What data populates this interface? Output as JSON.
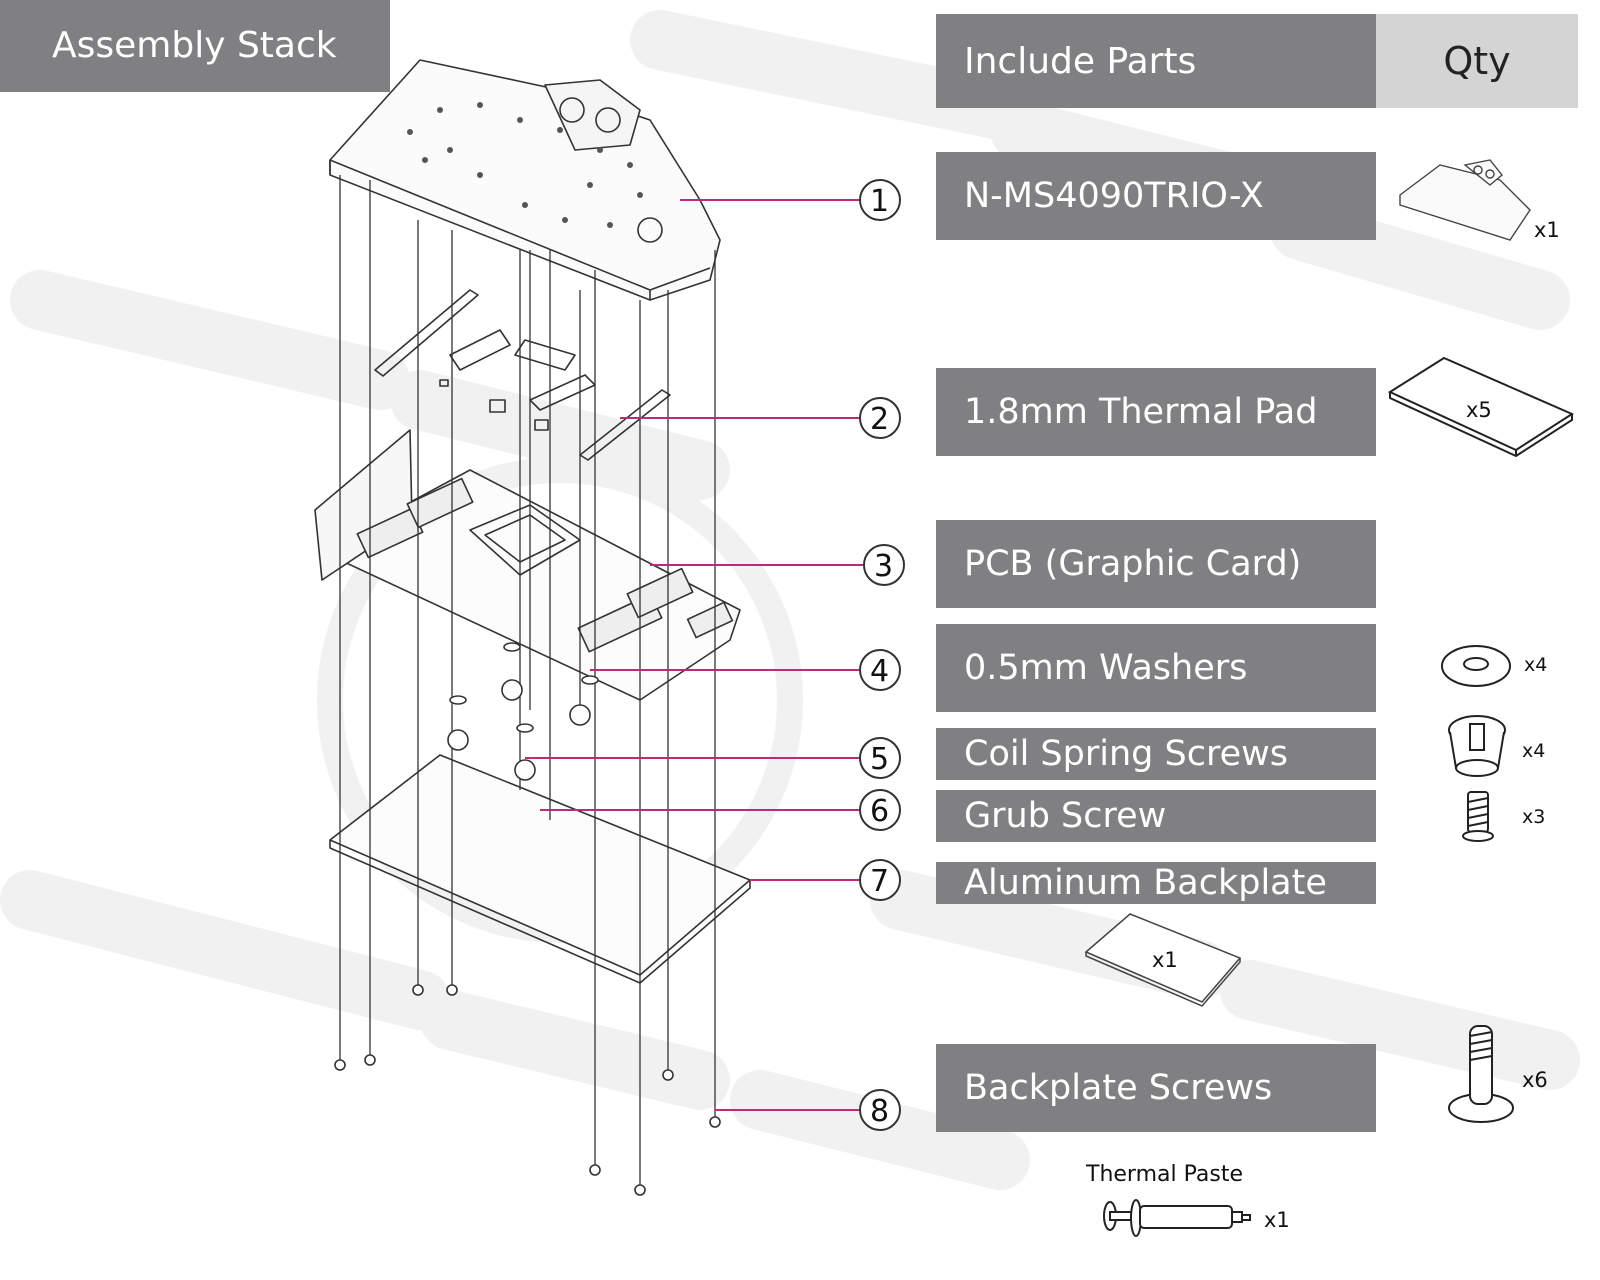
{
  "header": {
    "title": "Assembly Stack"
  },
  "table": {
    "parts_header": "Include Parts",
    "qty_header": "Qty"
  },
  "callouts": [
    "1",
    "2",
    "3",
    "4",
    "5",
    "6",
    "7",
    "8"
  ],
  "parts": [
    {
      "name": "N-MS4090TRIO-X",
      "qty": "x1"
    },
    {
      "name": "1.8mm Thermal Pad",
      "qty": "x5"
    },
    {
      "name": "PCB (Graphic Card)"
    },
    {
      "name": "0.5mm Washers",
      "qty": "x4"
    },
    {
      "name": "Coil Spring Screws",
      "qty": "x4"
    },
    {
      "name": "Grub Screw",
      "qty": "x3"
    },
    {
      "name": "Aluminum Backplate",
      "qty": "x1"
    },
    {
      "name": "Backplate Screws",
      "qty": "x6"
    }
  ],
  "extra": {
    "name": "Thermal Paste",
    "qty": "x1"
  },
  "colors": {
    "bar": "#808083",
    "qty_bar": "#d4d4d5",
    "leader": "#c0287a",
    "line": "#333333"
  }
}
